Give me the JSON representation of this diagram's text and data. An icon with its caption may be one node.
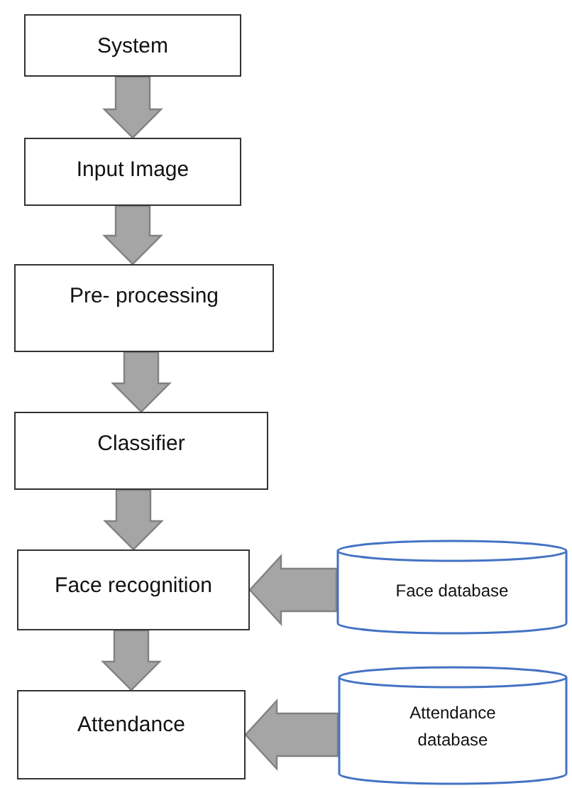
{
  "diagram": {
    "nodes": [
      {
        "text": [
          "System"
        ]
      },
      {
        "text": [
          "Input Image"
        ]
      },
      {
        "text": [
          "Pre- processing"
        ]
      },
      {
        "text": [
          "Classifier"
        ]
      },
      {
        "text": [
          "Face recognition"
        ]
      },
      {
        "text": [
          "Attendance"
        ]
      },
      {
        "text": [
          "Face database"
        ]
      },
      {
        "text": [
          "Attendance database"
        ]
      }
    ],
    "edges": [
      {
        "from": 0,
        "to": 1,
        "arrow": "to"
      },
      {
        "from": 1,
        "to": 2,
        "arrow": "to"
      },
      {
        "from": 2,
        "to": 3,
        "arrow": "to"
      },
      {
        "from": 3,
        "to": 4,
        "arrow": "to"
      },
      {
        "from": 4,
        "to": 5,
        "arrow": "to"
      },
      {
        "from": 6,
        "to": 4,
        "arrow": "to"
      },
      {
        "from": 7,
        "to": 5,
        "arrow": "to"
      }
    ]
  }
}
